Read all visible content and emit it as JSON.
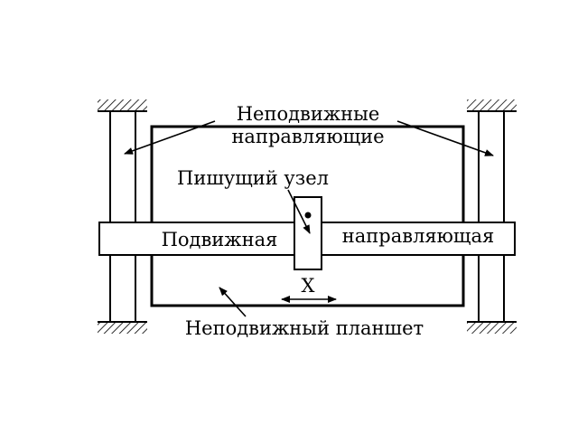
{
  "labels": {
    "fixed_guides_line1": "Неподвижные",
    "fixed_guides_line2": "направляющие",
    "writing_unit": "Пишущий узел",
    "movable_guide_left": "Подвижная",
    "movable_guide_right": "направляющая",
    "x_axis": "X",
    "fixed_tablet": "Неподвижный планшет"
  },
  "colors": {
    "ink": "#000000",
    "background": "#ffffff"
  }
}
